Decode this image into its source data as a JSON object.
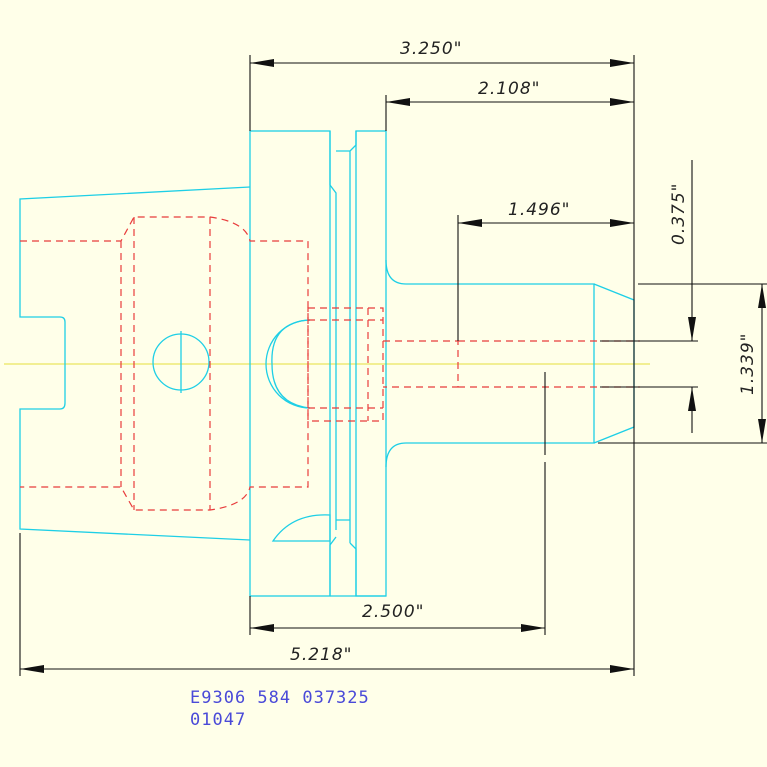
{
  "dimensions": {
    "overall_length": "5.218\"",
    "flange_to_end": "3.250\"",
    "shank_length": "2.108\"",
    "bore_depth": "1.496\"",
    "bore_diameter": "0.375\"",
    "shank_diameter": "1.339\"",
    "gauge_length": "2.500\""
  },
  "part_number": {
    "line1": "E9306 584 037325",
    "line2": "01047"
  },
  "colors": {
    "background": "#ffffe9",
    "outline": "#1ecfe6",
    "hidden_lines": "#e83c3c",
    "centerline": "#e6df3a",
    "dimension_lines": "#111111",
    "part_number_text": "#4a4ad8"
  }
}
